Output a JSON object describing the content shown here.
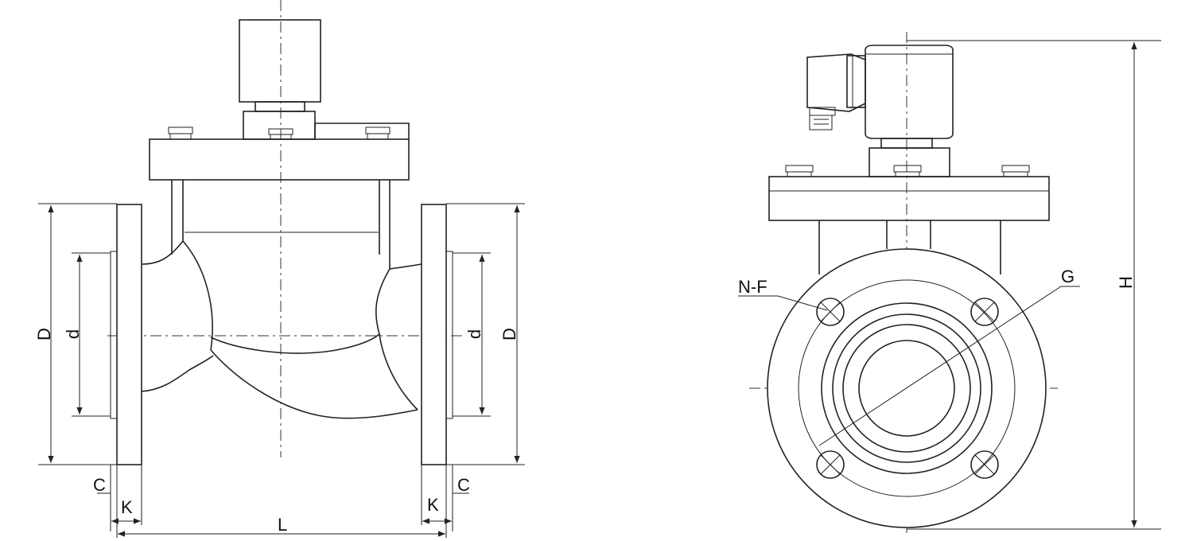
{
  "labels": {
    "front_D_left": "D",
    "front_d_left": "d",
    "front_d_right": "d",
    "front_D_right": "D",
    "front_C_left": "C",
    "front_C_right": "C",
    "front_K_left": "K",
    "front_K_right": "K",
    "front_L": "L",
    "side_NF": "N-F",
    "side_G": "G",
    "side_H": "H"
  }
}
